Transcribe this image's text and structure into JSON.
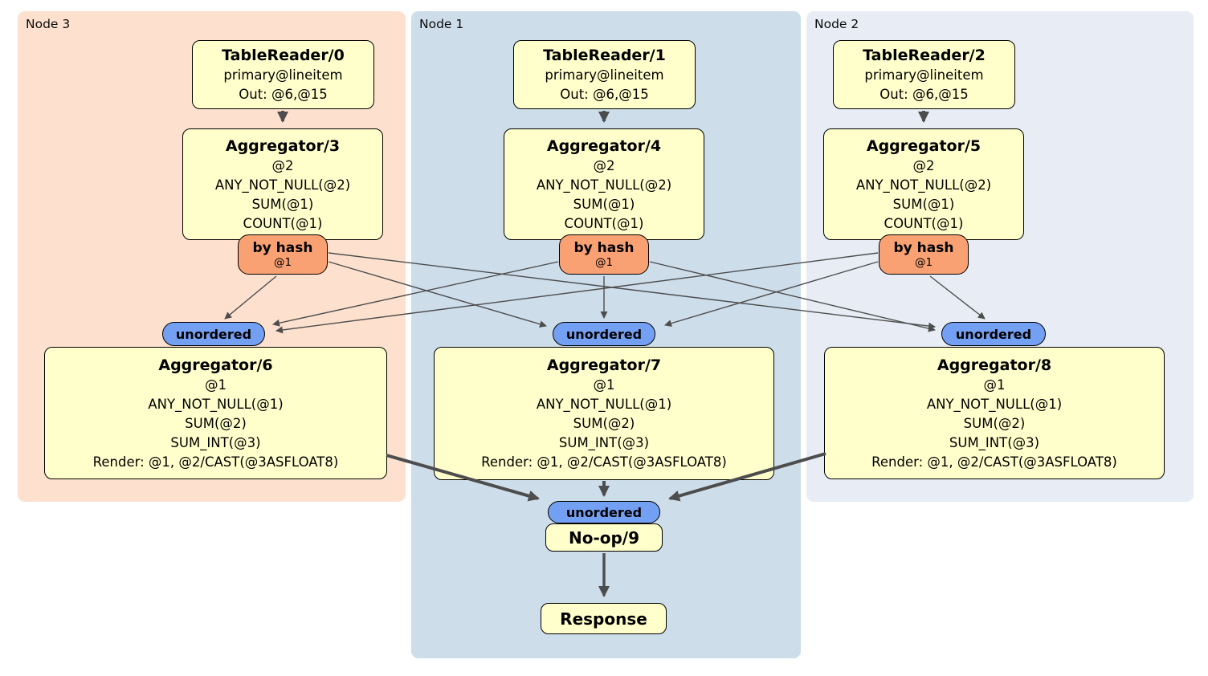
{
  "colors": {
    "node3_bg": "#fde1ce",
    "node1_bg": "#cdddea",
    "node2_bg": "#e7ecf5",
    "box_bg": "#ffffcc",
    "hash_bg": "#f9a172",
    "stream_bg": "#74a0f4",
    "edge": "#4d4d4d"
  },
  "groups": {
    "node3": {
      "label": "Node 3"
    },
    "node1": {
      "label": "Node 1"
    },
    "node2": {
      "label": "Node 2"
    }
  },
  "processors": {
    "tr0": {
      "title": "TableReader/0",
      "lines": [
        "primary@lineitem",
        "Out: @6,@15"
      ]
    },
    "tr1": {
      "title": "TableReader/1",
      "lines": [
        "primary@lineitem",
        "Out: @6,@15"
      ]
    },
    "tr2": {
      "title": "TableReader/2",
      "lines": [
        "primary@lineitem",
        "Out: @6,@15"
      ]
    },
    "agg3": {
      "title": "Aggregator/3",
      "lines": [
        "@2",
        "ANY_NOT_NULL(@2)",
        "SUM(@1)",
        "COUNT(@1)"
      ]
    },
    "agg4": {
      "title": "Aggregator/4",
      "lines": [
        "@2",
        "ANY_NOT_NULL(@2)",
        "SUM(@1)",
        "COUNT(@1)"
      ]
    },
    "agg5": {
      "title": "Aggregator/5",
      "lines": [
        "@2",
        "ANY_NOT_NULL(@2)",
        "SUM(@1)",
        "COUNT(@1)"
      ]
    },
    "agg6": {
      "title": "Aggregator/6",
      "lines": [
        "@1",
        "ANY_NOT_NULL(@1)",
        "SUM(@2)",
        "SUM_INT(@3)",
        "Render: @1, @2/CAST(@3ASFLOAT8)"
      ]
    },
    "agg7": {
      "title": "Aggregator/7",
      "lines": [
        "@1",
        "ANY_NOT_NULL(@1)",
        "SUM(@2)",
        "SUM_INT(@3)",
        "Render: @1, @2/CAST(@3ASFLOAT8)"
      ]
    },
    "agg8": {
      "title": "Aggregator/8",
      "lines": [
        "@1",
        "ANY_NOT_NULL(@1)",
        "SUM(@2)",
        "SUM_INT(@3)",
        "Render: @1, @2/CAST(@3ASFLOAT8)"
      ]
    },
    "noop": {
      "title": "No-op/9"
    },
    "response": {
      "title": "Response"
    }
  },
  "routers": {
    "hash3": {
      "label": "by hash",
      "detail": "@1"
    },
    "hash1": {
      "label": "by hash",
      "detail": "@1"
    },
    "hash2": {
      "label": "by hash",
      "detail": "@1"
    }
  },
  "streams": {
    "un3": {
      "label": "unordered"
    },
    "un1": {
      "label": "unordered"
    },
    "un2": {
      "label": "unordered"
    },
    "unFinal": {
      "label": "unordered"
    }
  }
}
